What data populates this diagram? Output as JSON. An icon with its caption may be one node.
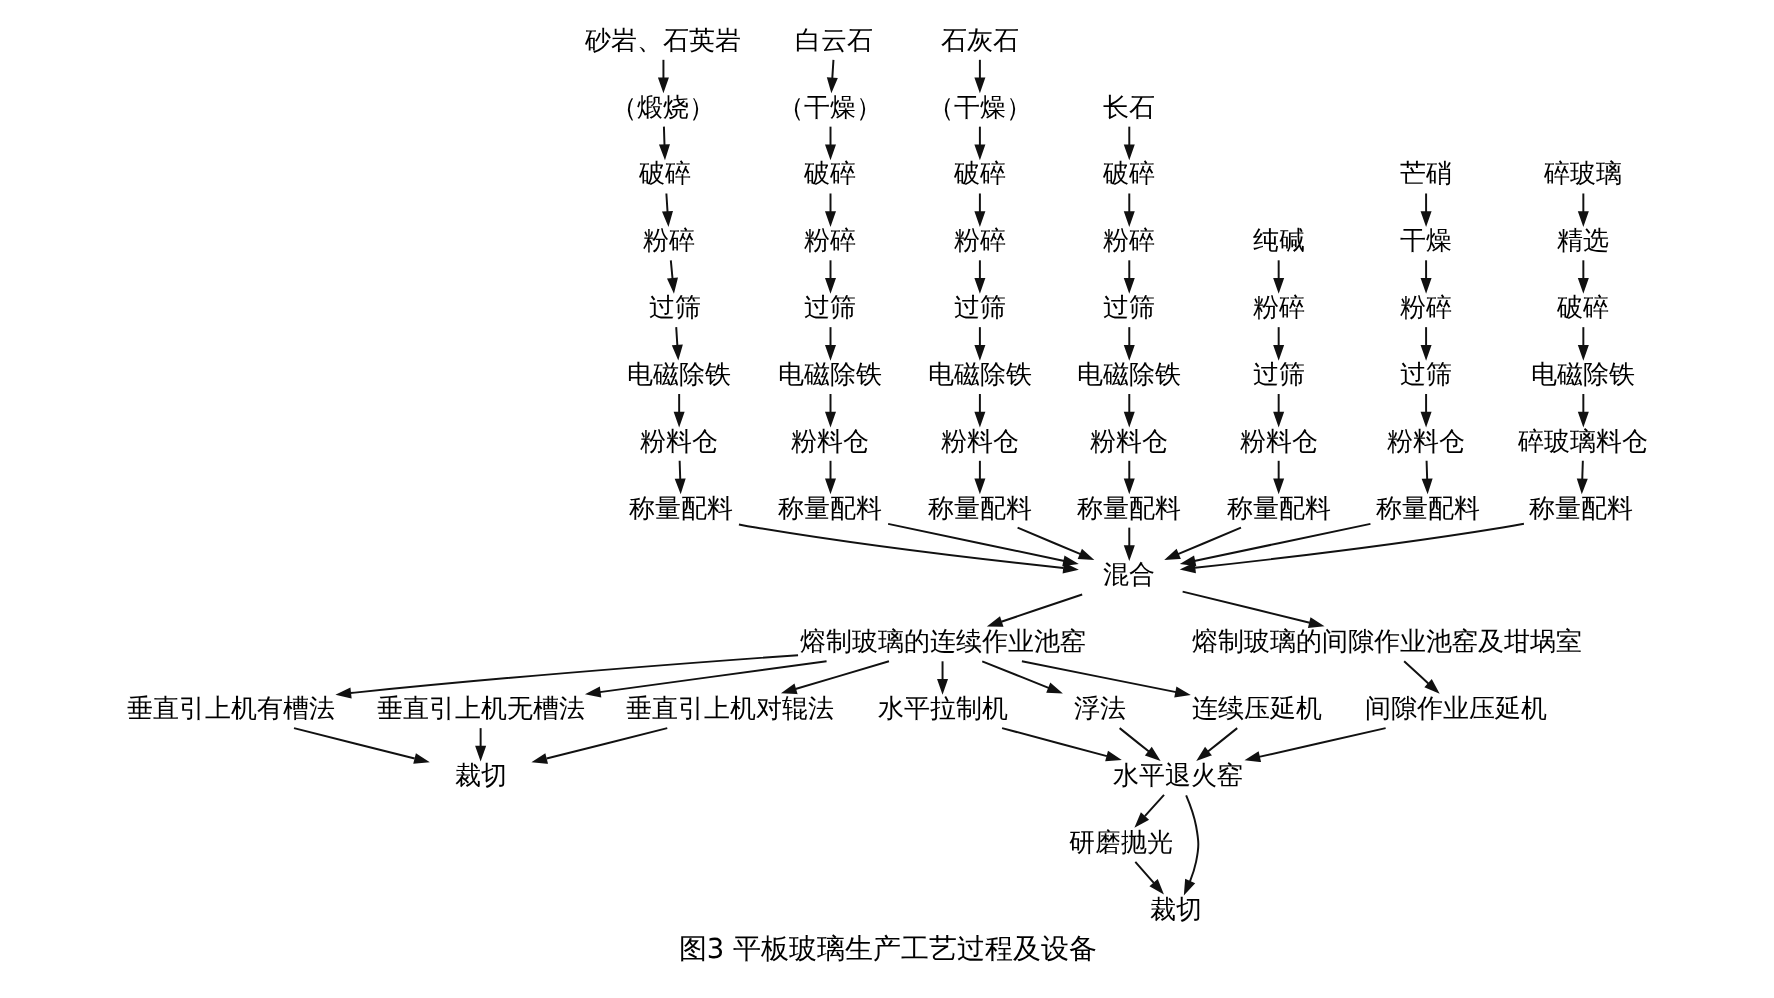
{
  "diagram": {
    "caption": "图3 平板玻璃生产工艺过程及设备",
    "nodes": [
      {
        "text": [
          "砂岩、石英岩"
        ]
      },
      {
        "text": [
          "（煅烧）"
        ]
      },
      {
        "text": [
          "破碎"
        ]
      },
      {
        "text": [
          "粉碎"
        ]
      },
      {
        "text": [
          "过筛"
        ]
      },
      {
        "text": [
          "电磁除铁"
        ]
      },
      {
        "text": [
          "粉料仓"
        ]
      },
      {
        "text": [
          "称量配料"
        ]
      },
      {
        "text": [
          "白云石"
        ]
      },
      {
        "text": [
          "（干燥）"
        ]
      },
      {
        "text": [
          "破碎"
        ]
      },
      {
        "text": [
          "粉碎"
        ]
      },
      {
        "text": [
          "过筛"
        ]
      },
      {
        "text": [
          "电磁除铁"
        ]
      },
      {
        "text": [
          "粉料仓"
        ]
      },
      {
        "text": [
          "称量配料"
        ]
      },
      {
        "text": [
          "石灰石"
        ]
      },
      {
        "text": [
          "（干燥）"
        ]
      },
      {
        "text": [
          "破碎"
        ]
      },
      {
        "text": [
          "粉碎"
        ]
      },
      {
        "text": [
          "过筛"
        ]
      },
      {
        "text": [
          "电磁除铁"
        ]
      },
      {
        "text": [
          "粉料仓"
        ]
      },
      {
        "text": [
          "称量配料"
        ]
      },
      {
        "text": [
          "长石"
        ]
      },
      {
        "text": [
          "破碎"
        ]
      },
      {
        "text": [
          "粉碎"
        ]
      },
      {
        "text": [
          "过筛"
        ]
      },
      {
        "text": [
          "电磁除铁"
        ]
      },
      {
        "text": [
          "粉料仓"
        ]
      },
      {
        "text": [
          "称量配料"
        ]
      },
      {
        "text": [
          "纯碱"
        ]
      },
      {
        "text": [
          "粉碎"
        ]
      },
      {
        "text": [
          "过筛"
        ]
      },
      {
        "text": [
          "粉料仓"
        ]
      },
      {
        "text": [
          "称量配料"
        ]
      },
      {
        "text": [
          "芒硝"
        ]
      },
      {
        "text": [
          "干燥"
        ]
      },
      {
        "text": [
          "粉碎"
        ]
      },
      {
        "text": [
          "过筛"
        ]
      },
      {
        "text": [
          "粉料仓"
        ]
      },
      {
        "text": [
          "称量配料"
        ]
      },
      {
        "text": [
          "碎玻璃"
        ]
      },
      {
        "text": [
          "精选"
        ]
      },
      {
        "text": [
          "破碎"
        ]
      },
      {
        "text": [
          "电磁除铁"
        ]
      },
      {
        "text": [
          "碎玻璃料仓"
        ]
      },
      {
        "text": [
          "称量配料"
        ]
      },
      {
        "text": [
          "混合"
        ]
      },
      {
        "text": [
          "熔制玻璃的连续作业池窑"
        ]
      },
      {
        "text": [
          "熔制玻璃的间隙作业池窑及坩埚室"
        ]
      },
      {
        "text": [
          "垂直引上机有槽法"
        ]
      },
      {
        "text": [
          "垂直引上机无槽法"
        ]
      },
      {
        "text": [
          "垂直引上机对辊法"
        ]
      },
      {
        "text": [
          "水平拉制机"
        ]
      },
      {
        "text": [
          "浮法"
        ]
      },
      {
        "text": [
          "连续压延机"
        ]
      },
      {
        "text": [
          "间隙作业压延机"
        ]
      },
      {
        "text": [
          "裁切"
        ]
      },
      {
        "text": [
          "水平退火窑"
        ]
      },
      {
        "text": [
          "研磨抛光"
        ]
      },
      {
        "text": [
          "裁切"
        ]
      }
    ],
    "edges": [
      {
        "from": 0,
        "to": 1,
        "arrow": "to"
      },
      {
        "from": 1,
        "to": 2,
        "arrow": "to"
      },
      {
        "from": 2,
        "to": 3,
        "arrow": "to"
      },
      {
        "from": 3,
        "to": 4,
        "arrow": "to"
      },
      {
        "from": 4,
        "to": 5,
        "arrow": "to"
      },
      {
        "from": 5,
        "to": 6,
        "arrow": "to"
      },
      {
        "from": 6,
        "to": 7,
        "arrow": "to"
      },
      {
        "from": 8,
        "to": 9,
        "arrow": "to"
      },
      {
        "from": 9,
        "to": 10,
        "arrow": "to"
      },
      {
        "from": 10,
        "to": 11,
        "arrow": "to"
      },
      {
        "from": 11,
        "to": 12,
        "arrow": "to"
      },
      {
        "from": 12,
        "to": 13,
        "arrow": "to"
      },
      {
        "from": 13,
        "to": 14,
        "arrow": "to"
      },
      {
        "from": 14,
        "to": 15,
        "arrow": "to"
      },
      {
        "from": 16,
        "to": 17,
        "arrow": "to"
      },
      {
        "from": 17,
        "to": 18,
        "arrow": "to"
      },
      {
        "from": 18,
        "to": 19,
        "arrow": "to"
      },
      {
        "from": 19,
        "to": 20,
        "arrow": "to"
      },
      {
        "from": 20,
        "to": 21,
        "arrow": "to"
      },
      {
        "from": 21,
        "to": 22,
        "arrow": "to"
      },
      {
        "from": 22,
        "to": 23,
        "arrow": "to"
      },
      {
        "from": 24,
        "to": 25,
        "arrow": "to"
      },
      {
        "from": 25,
        "to": 26,
        "arrow": "to"
      },
      {
        "from": 26,
        "to": 27,
        "arrow": "to"
      },
      {
        "from": 27,
        "to": 28,
        "arrow": "to"
      },
      {
        "from": 28,
        "to": 29,
        "arrow": "to"
      },
      {
        "from": 29,
        "to": 30,
        "arrow": "to"
      },
      {
        "from": 31,
        "to": 32,
        "arrow": "to"
      },
      {
        "from": 32,
        "to": 33,
        "arrow": "to"
      },
      {
        "from": 33,
        "to": 34,
        "arrow": "to"
      },
      {
        "from": 34,
        "to": 35,
        "arrow": "to"
      },
      {
        "from": 36,
        "to": 37,
        "arrow": "to"
      },
      {
        "from": 37,
        "to": 38,
        "arrow": "to"
      },
      {
        "from": 38,
        "to": 39,
        "arrow": "to"
      },
      {
        "from": 39,
        "to": 40,
        "arrow": "to"
      },
      {
        "from": 40,
        "to": 41,
        "arrow": "to"
      },
      {
        "from": 42,
        "to": 43,
        "arrow": "to"
      },
      {
        "from": 43,
        "to": 44,
        "arrow": "to"
      },
      {
        "from": 44,
        "to": 45,
        "arrow": "to"
      },
      {
        "from": 45,
        "to": 46,
        "arrow": "to"
      },
      {
        "from": 46,
        "to": 47,
        "arrow": "to"
      },
      {
        "from": 7,
        "to": 48,
        "arrow": "to"
      },
      {
        "from": 15,
        "to": 48,
        "arrow": "to"
      },
      {
        "from": 23,
        "to": 48,
        "arrow": "to"
      },
      {
        "from": 30,
        "to": 48,
        "arrow": "to"
      },
      {
        "from": 35,
        "to": 48,
        "arrow": "to"
      },
      {
        "from": 41,
        "to": 48,
        "arrow": "to"
      },
      {
        "from": 47,
        "to": 48,
        "arrow": "to"
      },
      {
        "from": 48,
        "to": 49,
        "arrow": "to"
      },
      {
        "from": 48,
        "to": 50,
        "arrow": "to"
      },
      {
        "from": 49,
        "to": 51,
        "arrow": "to"
      },
      {
        "from": 49,
        "to": 52,
        "arrow": "to"
      },
      {
        "from": 49,
        "to": 53,
        "arrow": "to"
      },
      {
        "from": 49,
        "to": 54,
        "arrow": "to"
      },
      {
        "from": 49,
        "to": 55,
        "arrow": "to"
      },
      {
        "from": 49,
        "to": 56,
        "arrow": "to"
      },
      {
        "from": 50,
        "to": 57,
        "arrow": "to"
      },
      {
        "from": 51,
        "to": 58,
        "arrow": "to"
      },
      {
        "from": 52,
        "to": 58,
        "arrow": "to"
      },
      {
        "from": 53,
        "to": 58,
        "arrow": "to"
      },
      {
        "from": 54,
        "to": 59,
        "arrow": "to"
      },
      {
        "from": 55,
        "to": 59,
        "arrow": "to"
      },
      {
        "from": 56,
        "to": 59,
        "arrow": "to"
      },
      {
        "from": 57,
        "to": 59,
        "arrow": "to"
      },
      {
        "from": 59,
        "to": 60,
        "arrow": "to"
      },
      {
        "from": 59,
        "to": 61,
        "arrow": "to"
      },
      {
        "from": 60,
        "to": 61,
        "arrow": "to"
      }
    ]
  }
}
